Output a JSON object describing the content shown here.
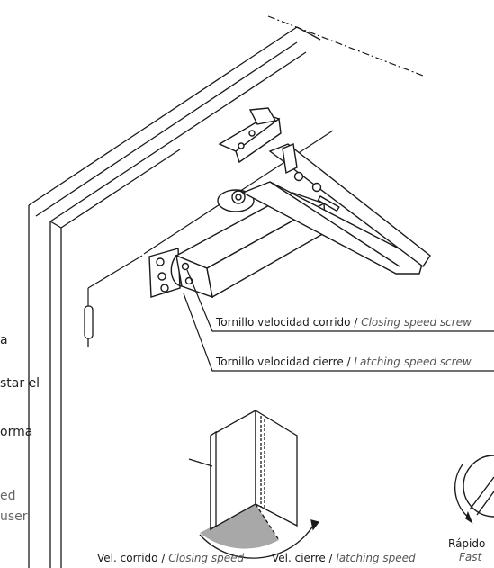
{
  "labels": {
    "closing_screw_es": "Tornillo velocidad corrido / ",
    "closing_screw_en": "Closing speed screw",
    "latching_screw_es": "Tornillo velocidad cierre / ",
    "latching_screw_en": "Latching speed screw",
    "vel_corrido_es": "Vel. corrido / ",
    "vel_corrido_en": "Closing speed",
    "vel_cierre_es": "Vel. cierre / ",
    "vel_cierre_en": "latching speed",
    "rapido_es": "Rápido",
    "rapido_en": "Fast"
  },
  "left_text_fragments": [
    "a",
    "star el",
    "orma",
    "ed",
    "user"
  ],
  "colors": {
    "line": "#1a1a1a",
    "sector_fill": "#a8a8a8"
  }
}
